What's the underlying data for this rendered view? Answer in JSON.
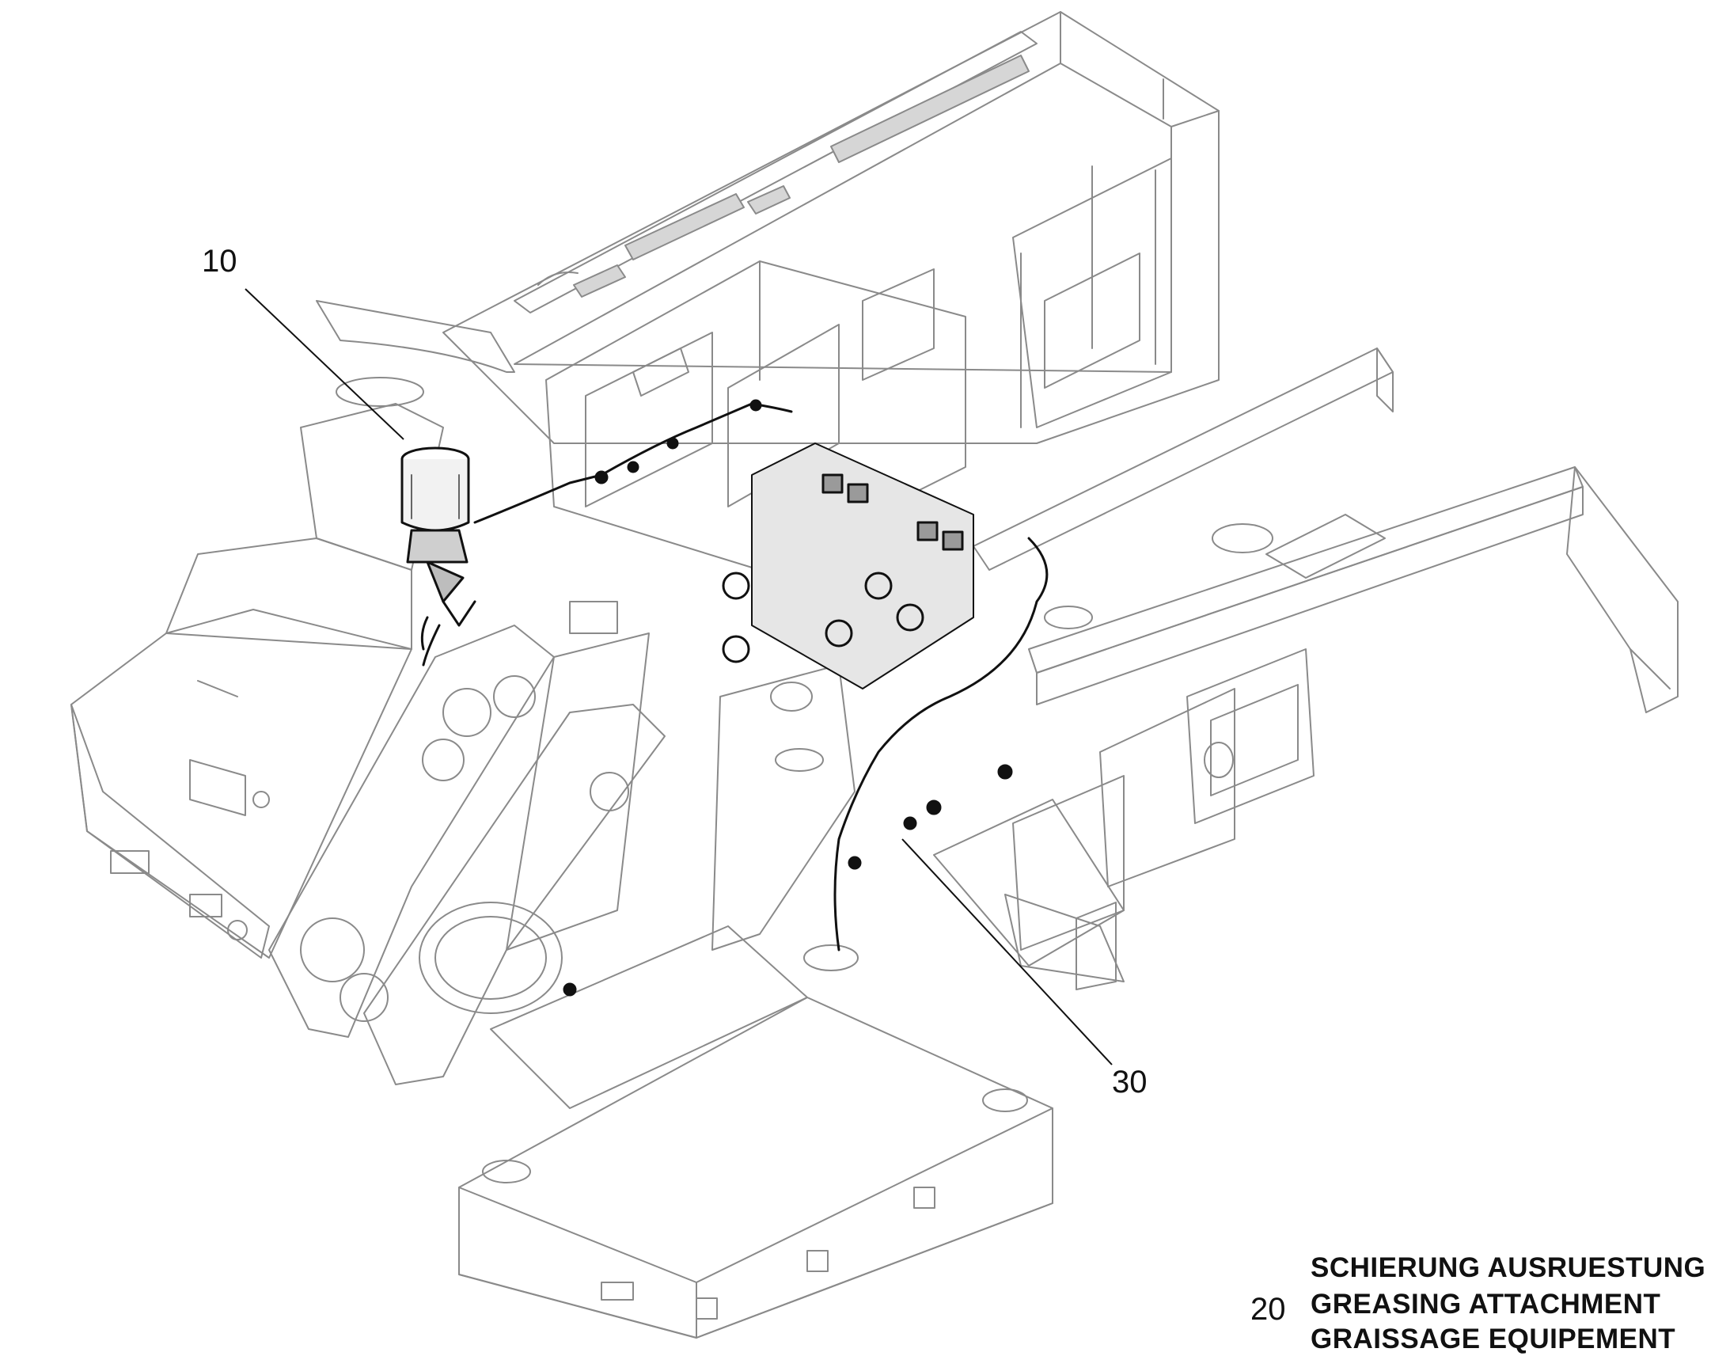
{
  "callouts": {
    "item_10": "10",
    "item_30": "30"
  },
  "caption": {
    "number": "20",
    "line_de": "SCHIERUNG AUSRUESTUNG",
    "line_en": "GREASING ATTACHMENT",
    "line_fr": "GRAISSAGE EQUIPEMENT"
  },
  "colors": {
    "line_art": "#8a8a8a",
    "highlight": "#111111",
    "background": "#ffffff"
  }
}
